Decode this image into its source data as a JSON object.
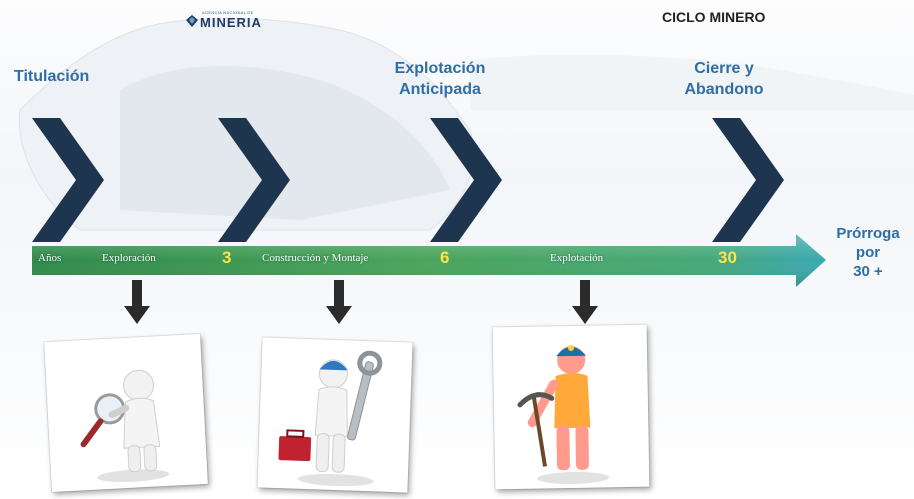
{
  "logo": {
    "agency": "AGENCIA NACIONAL DE",
    "name": "MINERIA"
  },
  "title": "CICLO MINERO",
  "phases": [
    {
      "line1": "Titulación",
      "line2": ""
    },
    {
      "line1": "Explotación",
      "line2": "Anticipada"
    },
    {
      "line1": "Cierre y",
      "line2": "Abandono"
    }
  ],
  "timeline": {
    "start_label": "Años",
    "stage_labels": [
      "Exploración",
      "Construcción y Montaje",
      "Explotación"
    ],
    "year_marks": [
      "3",
      "6",
      "30"
    ],
    "extension": {
      "line1": "Prórroga",
      "line2": "por",
      "line3": "30 +"
    }
  },
  "illustrations": [
    "magnifier-figure",
    "wrench-toolbox-figure",
    "miner-pickaxe-figure"
  ],
  "colors": {
    "heading": "#2e6ea6",
    "chevron": "#1e3550",
    "timeline_green": "#4aa55c",
    "timeline_tip": "#3aa7b3",
    "year_marks": "#ffe34d",
    "down_arrow": "#2b2b2b"
  }
}
